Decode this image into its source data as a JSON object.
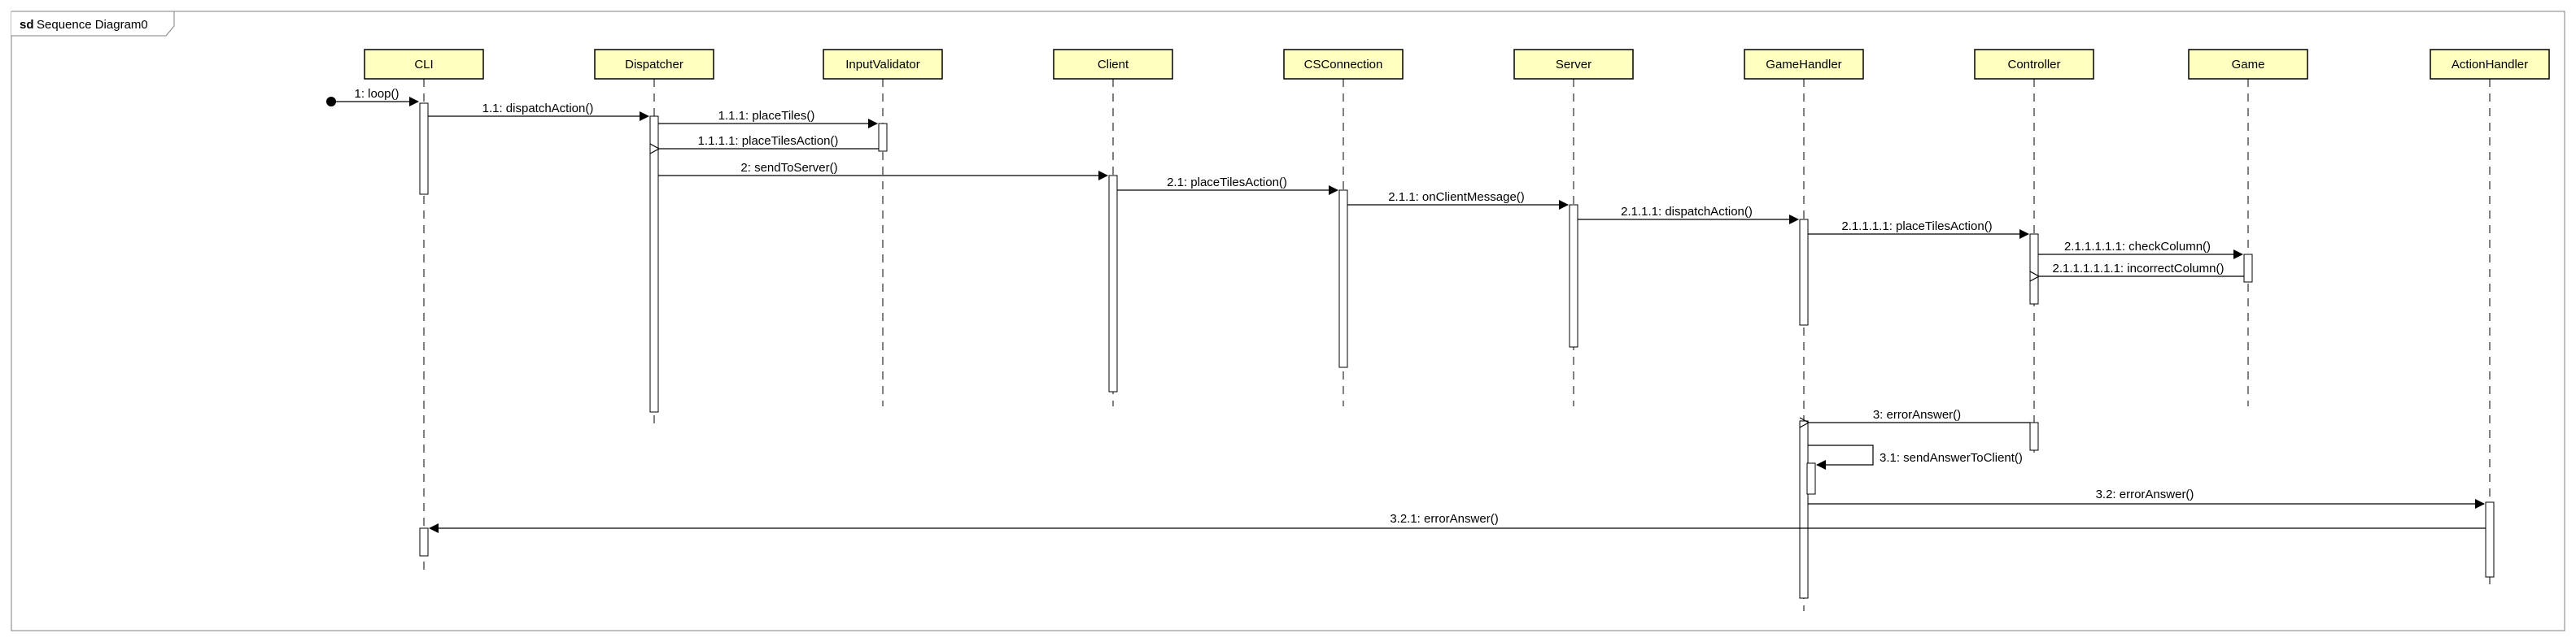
{
  "frame": {
    "keyword": "sd",
    "name": "Sequence Diagram0"
  },
  "style": {
    "lifeline_fill": "#ffffc0",
    "line_color": "#000000",
    "frame_border": "#7f7f7f",
    "background": "#ffffff"
  },
  "lifelines": [
    {
      "id": "cli",
      "label": "CLI"
    },
    {
      "id": "dispatcher",
      "label": "Dispatcher"
    },
    {
      "id": "inputvalidator",
      "label": "InputValidator"
    },
    {
      "id": "client",
      "label": "Client"
    },
    {
      "id": "csconnection",
      "label": "CSConnection"
    },
    {
      "id": "server",
      "label": "Server"
    },
    {
      "id": "gamehandler",
      "label": "GameHandler"
    },
    {
      "id": "controller",
      "label": "Controller"
    },
    {
      "id": "game",
      "label": "Game"
    },
    {
      "id": "actionhandler",
      "label": "ActionHandler"
    }
  ],
  "messages": [
    {
      "label": "1: loop()",
      "from": "found",
      "to": "cli",
      "kind": "call"
    },
    {
      "label": "1.1: dispatchAction()",
      "from": "cli",
      "to": "dispatcher",
      "kind": "call"
    },
    {
      "label": "1.1.1: placeTiles()",
      "from": "dispatcher",
      "to": "inputvalidator",
      "kind": "call"
    },
    {
      "label": "1.1.1.1: placeTilesAction()",
      "from": "inputvalidator",
      "to": "dispatcher",
      "kind": "return"
    },
    {
      "label": "2: sendToServer()",
      "from": "dispatcher",
      "to": "client",
      "kind": "call"
    },
    {
      "label": "2.1: placeTilesAction()",
      "from": "client",
      "to": "csconnection",
      "kind": "call"
    },
    {
      "label": "2.1.1: onClientMessage()",
      "from": "csconnection",
      "to": "server",
      "kind": "call"
    },
    {
      "label": "2.1.1.1: dispatchAction()",
      "from": "server",
      "to": "gamehandler",
      "kind": "call"
    },
    {
      "label": "2.1.1.1.1: placeTilesAction()",
      "from": "gamehandler",
      "to": "controller",
      "kind": "call"
    },
    {
      "label": "2.1.1.1.1.1: checkColumn()",
      "from": "controller",
      "to": "game",
      "kind": "call"
    },
    {
      "label": "2.1.1.1.1.1.1: incorrectColumn()",
      "from": "game",
      "to": "controller",
      "kind": "return"
    },
    {
      "label": "3: errorAnswer()",
      "from": "controller",
      "to": "gamehandler",
      "kind": "return"
    },
    {
      "label": "3.1: sendAnswerToClient()",
      "from": "gamehandler",
      "to": "gamehandler",
      "kind": "self"
    },
    {
      "label": "3.2: errorAnswer()",
      "from": "gamehandler",
      "to": "actionhandler",
      "kind": "call"
    },
    {
      "label": "3.2.1: errorAnswer()",
      "from": "actionhandler",
      "to": "cli",
      "kind": "call"
    }
  ]
}
